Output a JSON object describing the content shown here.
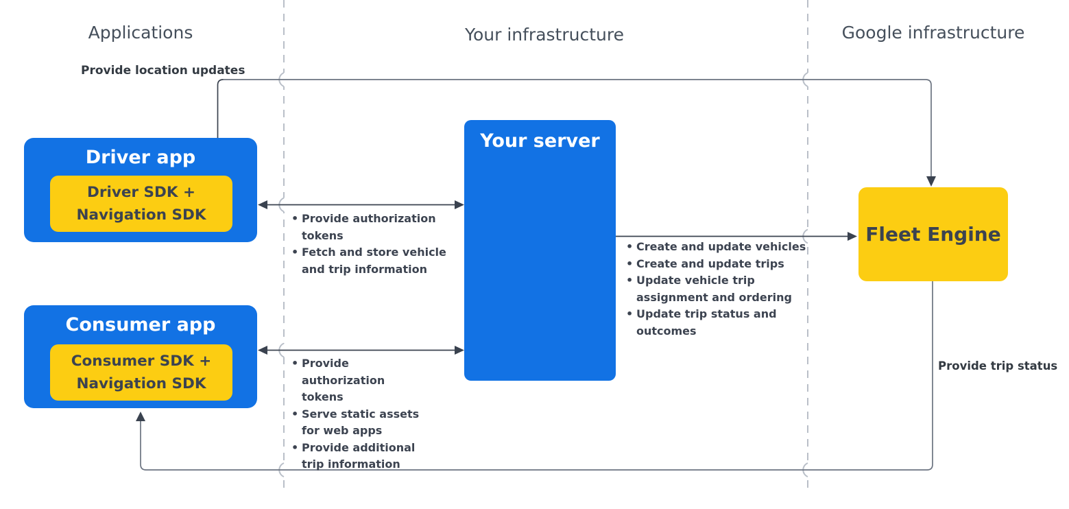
{
  "columns": {
    "applications": "Applications",
    "your_infrastructure": "Your infrastructure",
    "google_infrastructure": "Google infrastructure"
  },
  "nodes": {
    "driver_app": {
      "title": "Driver app",
      "sdk": "Driver SDK +\nNavigation SDK"
    },
    "consumer_app": {
      "title": "Consumer app",
      "sdk": "Consumer SDK +\nNavigation SDK"
    },
    "your_server": {
      "title": "Your server"
    },
    "fleet_engine": {
      "title": "Fleet Engine"
    }
  },
  "edges": {
    "provide_location_updates": "Provide location updates",
    "provide_trip_status": "Provide trip status",
    "driver_server_bullets": [
      "Provide authorization tokens",
      "Fetch and store vehicle and trip information"
    ],
    "consumer_server_bullets": [
      "Provide authorization tokens",
      "Serve static assets for web apps",
      "Provide additional trip information"
    ],
    "server_fleet_bullets": [
      "Create and update vehicles",
      "Create and update trips",
      "Update vehicle trip assignment and ordering",
      "Update trip status and outcomes"
    ]
  },
  "colors": {
    "blue": "#1272E4",
    "yellow": "#FCCD12",
    "line": "#6B7380",
    "arrowhead": "#3A424F",
    "dashed": "#B9BFC8",
    "text_dark": "#3C4350",
    "label_dark": "#333A42",
    "header": "#454F5B"
  }
}
